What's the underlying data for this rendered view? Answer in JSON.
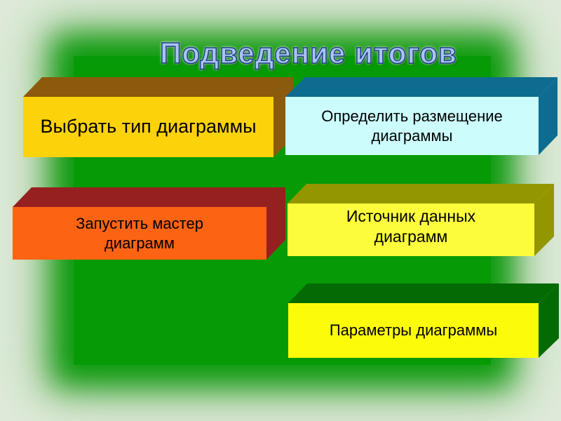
{
  "title": "Подведение итогов",
  "boxes": [
    {
      "id": "choose-type",
      "text": "Выбрать тип диаграммы",
      "front": "#fcd20a",
      "top": "#8c5a0c",
      "side": "#8c5a0c"
    },
    {
      "id": "placement",
      "text": "Определить размещение диаграммы",
      "front": "#ccfcfc",
      "top": "#0e6c90",
      "side": "#0e6c90"
    },
    {
      "id": "wizard",
      "text": "Запустить мастер диаграмм",
      "front": "#fc6414",
      "top": "#962020",
      "side": "#962020"
    },
    {
      "id": "source",
      "text": "Источник данных диаграмм",
      "front": "#fcfc3c",
      "top": "#949600",
      "side": "#949600"
    },
    {
      "id": "parameters",
      "text": "Параметры диаграммы",
      "front": "#fcfc0a",
      "top": "#046a04",
      "side": "#046a04"
    }
  ]
}
